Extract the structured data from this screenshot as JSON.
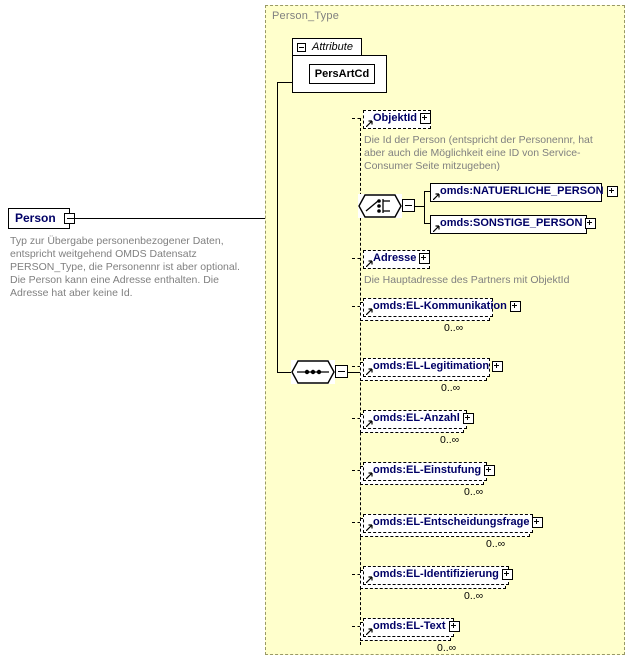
{
  "diagram": {
    "type_container_label": "Person_Type",
    "root": {
      "name": "Person",
      "toggle": "minus-icon",
      "documentation": "Typ zur Übergabe personenbezogener Daten, entspricht weitgehend OMDS Datensatz PERSON_Type, die Personennr ist aber optional. Die Person kann eine Adresse enthalten. Die Adresse hat aber keine Id."
    },
    "attribute_group": {
      "label": "Attribute",
      "toggle": "minus-icon",
      "attributes": [
        {
          "name": "PersArtCd"
        }
      ]
    },
    "compositors": {
      "choice": {
        "icon": "choice-icon",
        "toggle": "minus-icon"
      },
      "sequence": {
        "icon": "sequence-icon",
        "toggle": "minus-icon"
      }
    },
    "elements": [
      {
        "name": "ObjektId",
        "optional": true,
        "repeating": false,
        "expander": "plus-icon",
        "documentation": "Die Id der Person (entspricht der Personennr, hat aber auch die Möglichkeit eine ID von Service-Consumer Seite mitzugeben)",
        "cardinality": ""
      },
      {
        "name": "omds:NATUERLICHE_PERSON",
        "optional": false,
        "repeating": false,
        "expander": "plus-icon",
        "documentation": "",
        "cardinality": ""
      },
      {
        "name": "omds:SONSTIGE_PERSON",
        "optional": false,
        "repeating": false,
        "expander": "plus-icon",
        "documentation": "",
        "cardinality": ""
      },
      {
        "name": "Adresse",
        "optional": true,
        "repeating": false,
        "expander": "plus-icon",
        "documentation": "Die Hauptadresse des Partners mit ObjektId",
        "cardinality": ""
      },
      {
        "name": "omds:EL-Kommunikation",
        "optional": true,
        "repeating": true,
        "expander": "plus-icon",
        "documentation": "",
        "cardinality": "0..∞"
      },
      {
        "name": "omds:EL-Legitimation",
        "optional": true,
        "repeating": true,
        "expander": "plus-icon",
        "documentation": "",
        "cardinality": "0..∞"
      },
      {
        "name": "omds:EL-Anzahl",
        "optional": true,
        "repeating": true,
        "expander": "plus-icon",
        "documentation": "",
        "cardinality": "0..∞"
      },
      {
        "name": "omds:EL-Einstufung",
        "optional": true,
        "repeating": true,
        "expander": "plus-icon",
        "documentation": "",
        "cardinality": "0..∞"
      },
      {
        "name": "omds:EL-Entscheidungsfrage",
        "optional": true,
        "repeating": true,
        "expander": "plus-icon",
        "documentation": "",
        "cardinality": "0..∞"
      },
      {
        "name": "omds:EL-Identifizierung",
        "optional": true,
        "repeating": true,
        "expander": "plus-icon",
        "documentation": "",
        "cardinality": "0..∞"
      },
      {
        "name": "omds:EL-Text",
        "optional": true,
        "repeating": true,
        "expander": "plus-icon",
        "documentation": "",
        "cardinality": "0..∞"
      }
    ],
    "colors": {
      "type_background": "#FFFFCC",
      "type_border": "#999966",
      "node_text": "#000066",
      "documentation_text": "#808080",
      "shadow": "#B0B0B0"
    }
  }
}
